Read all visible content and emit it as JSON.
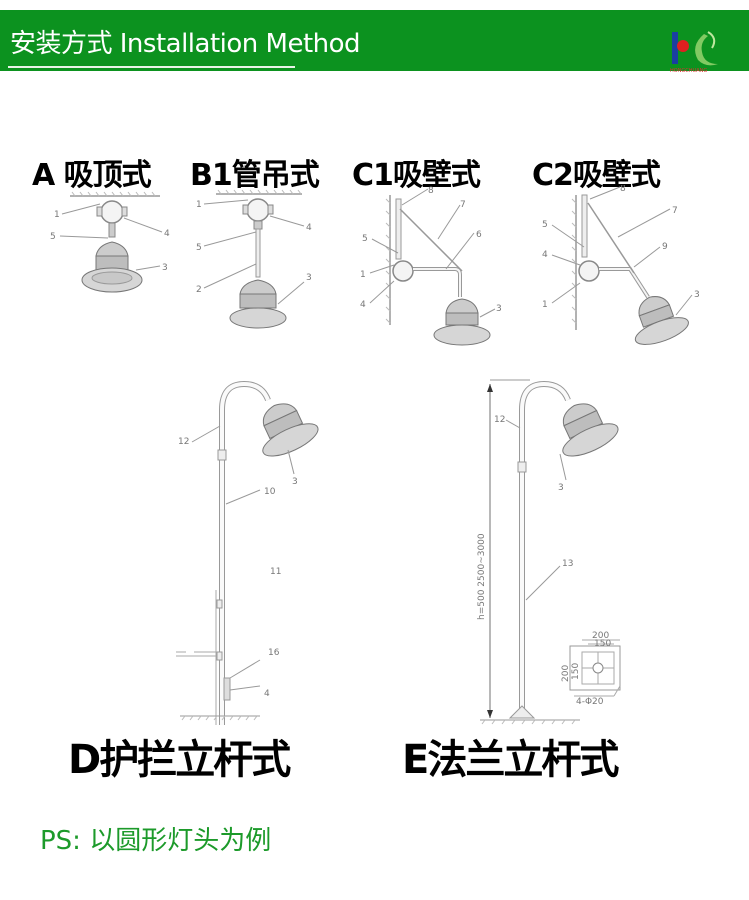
{
  "header": {
    "title": "安装方式  Installation Method",
    "logo_text": "HONGCHUANG",
    "background_color": "#0c921f"
  },
  "methods": [
    {
      "id": "A",
      "label": "A 吸顶式",
      "callouts": [
        "1",
        "5",
        "4",
        "3"
      ]
    },
    {
      "id": "B1",
      "label": "B1管吊式",
      "callouts": [
        "1",
        "5",
        "2",
        "4",
        "3"
      ]
    },
    {
      "id": "C1",
      "label": "C1吸壁式",
      "callouts": [
        "8",
        "7",
        "6",
        "5",
        "1",
        "4",
        "3"
      ]
    },
    {
      "id": "C2",
      "label": "C2吸壁式",
      "callouts": [
        "8",
        "7",
        "5",
        "4",
        "9",
        "1",
        "3"
      ]
    },
    {
      "id": "D",
      "label": "D护拦立杆式",
      "callouts": [
        "12",
        "3",
        "10",
        "11",
        "16",
        "4"
      ]
    },
    {
      "id": "E",
      "label": "E法兰立杆式",
      "callouts": [
        "12",
        "3",
        "13"
      ],
      "dimension": "h=500  2500~3000",
      "flange": {
        "outer": "200",
        "inner": "150",
        "height_outer": "200",
        "height_inner": "150",
        "holes": "4-Φ20"
      }
    }
  ],
  "footer": {
    "note": "PS: 以圆形灯头为例",
    "note_color": "#1c9a2a"
  }
}
